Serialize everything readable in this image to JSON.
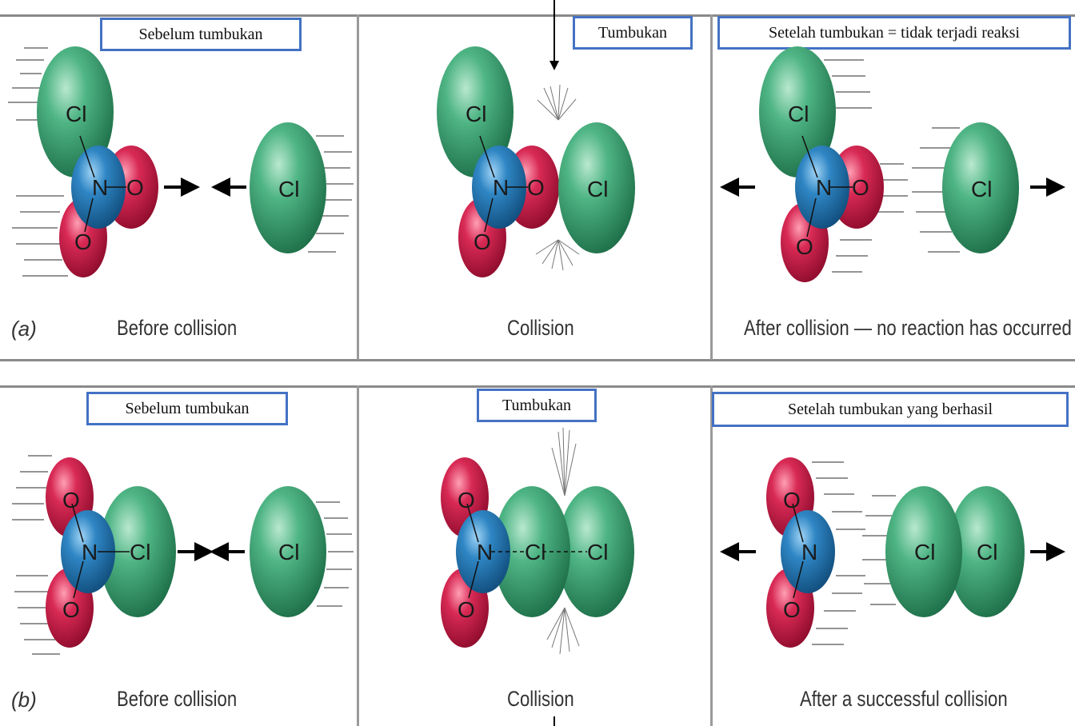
{
  "row_a": {
    "tag_prefix": "(",
    "tag_letter": "a",
    "tag_suffix": ")",
    "panels": [
      {
        "box_label": "Sebelum tumbukan",
        "caption": "Before collision"
      },
      {
        "box_label": "Tumbukan",
        "caption": "Collision"
      },
      {
        "box_label": "Setelah tumbukan = tidak terjadi reaksi",
        "caption": "After collision — no reaction has occurred"
      }
    ]
  },
  "row_b": {
    "tag_prefix": "(",
    "tag_letter": "b",
    "tag_suffix": ")",
    "panels": [
      {
        "box_label": "Sebelum tumbukan",
        "caption": "Before collision"
      },
      {
        "box_label": "Tumbukan",
        "caption": "Collision"
      },
      {
        "box_label": "Setelah tumbukan yang berhasil",
        "caption": "After a successful collision"
      }
    ]
  },
  "atoms": {
    "cl": "Cl",
    "n": "N",
    "o": "O"
  },
  "colors": {
    "cl": "#2e8b57",
    "n": "#1f6fa8",
    "o": "#c8103e",
    "box_border": "#4472c4",
    "divider": "#8a8a8a"
  }
}
